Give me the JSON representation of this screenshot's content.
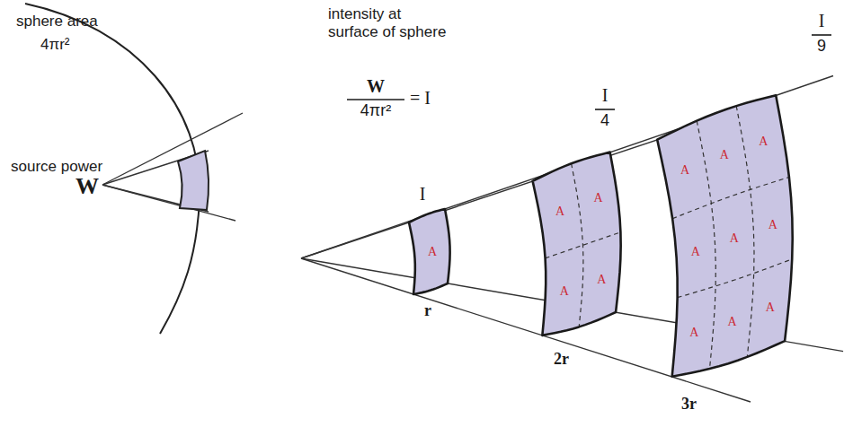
{
  "diagram": {
    "nodes": [
      {
        "text": [
          "A"
        ]
      },
      {
        "text": [
          "A",
          "A",
          "A",
          "A"
        ]
      },
      {
        "text": [
          "A",
          "A",
          "A",
          "A",
          "A",
          "A",
          "A",
          "A",
          "A"
        ]
      }
    ],
    "labels": [
      "sphere area",
      "4πr²",
      "source power",
      "W",
      "intensity at surface of sphere",
      "W",
      "4πr²",
      "= I",
      "I",
      "r",
      "I",
      "4",
      "2r",
      "I",
      "9",
      "3r"
    ]
  }
}
